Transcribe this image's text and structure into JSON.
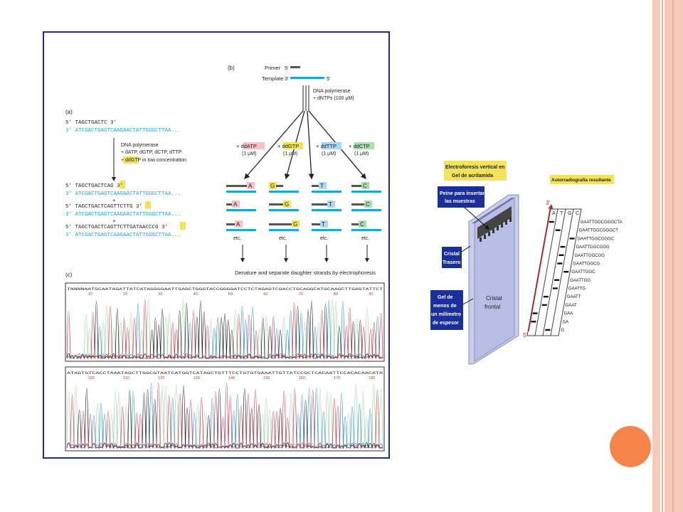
{
  "colors": {
    "frame": "#1b2f7a",
    "side_band": "#f7c9b7",
    "side_band_dark": "#f0b199",
    "dot": "#f4844a",
    "blue": "#19a6de",
    "yellow": "#f2e35a",
    "trace_black": "#222222",
    "trace_red": "#d83a4a",
    "trace_blue": "#2b8fd6",
    "trace_green": "#9fd6a8"
  },
  "figA": {
    "label_a": "(a)",
    "label_b": "(b)",
    "label_c": "(c)",
    "primer_label": "Primer",
    "primer_5": "5'",
    "template_label": "Template",
    "template_3": "3'",
    "template_5": "5'",
    "polymerase_1": "DNA polymerase",
    "polymerase_2": "+ dNTPs (100 μM)",
    "seq_top": "5' TAGCTGACTC 3'",
    "seq_bottom": "3' ATCGACTGAGTCAAGAACTATTGGGCTTAA...",
    "poly_a1": "DNA polymerase",
    "poly_a2": "+ dATP, dGTP, dCTP, dTTP",
    "poly_a3": "+ ddGTP in low concentration",
    "prod1_top": "5' TAGCTGACTCAG 3'",
    "prod1_bottom": "3' ATCGACTGAGTCAAGAACTATTGGGCTTAA...",
    "plus": "+",
    "prod2_top": "5' TAGCTGACTCAGTTCTTG 3'",
    "prod2_bottom": "3' ATCGACTGAGTCAAGAACTATTGGGCTTAA...",
    "prod3_top": "5' TAGCTGACTCAGTTCTTGATAACCCG 3'",
    "prod3_bottom": "3' ATCGACTGAGTCAAGAACTATTGGGCTTAA...",
    "dd_labels": [
      "+ ddATP",
      "+ ddGTP",
      "+ ddTTP",
      "+ ddCTP"
    ],
    "dd_conc": "(1 μM)",
    "bases": [
      "A",
      "G",
      "T",
      "C"
    ],
    "etc": "etc.",
    "denature": "Denature and separate daughter strands by electrophoresis",
    "trace1_seq": "TNNNNAATGCAATAGATTATCATAGGGGAATTGAGCTGGGTACCGGGGATCCTCTAGAGTCGACCTGCAGGCATGCAAGCTTGAGTATTCT",
    "trace1_ticks": [
      "10",
      "20",
      "30",
      "40",
      "50",
      "60",
      "70",
      "80",
      "90"
    ],
    "trace2_seq": "ATAGTGTCACCTAAATAGCTTGGCGTAATCATGGTCATAGCTGTTTCCTGTGTGAAATTGTTATCCGCTCACAATTCCACACAACATA",
    "trace2_ticks": [
      "100",
      "110",
      "120",
      "130",
      "140",
      "150",
      "160",
      "170",
      "180"
    ]
  },
  "figB": {
    "title_left_1": "Electroforesis vertical en",
    "title_left_2": "Gel de acrilamida",
    "title_right": "Autorradiografía resultante",
    "peine_1": "Peine para insertar",
    "peine_2": "las muestras",
    "cristal_trasero_1": "Cristal",
    "cristal_trasero_2": "Trasero",
    "gel_1": "Gel de",
    "gel_2": "menos de",
    "gel_3": "un milímetro",
    "gel_4": "de espesor",
    "cristal_frontal_1": "Cristal",
    "cristal_frontal_2": "frontal",
    "end_3": "3'",
    "end_5": "5'",
    "lanes": [
      "A",
      "T",
      "G",
      "C"
    ],
    "ladder": [
      "GAATTGGCGGGCTA",
      "GAATTGGCGGGCT",
      "GAATTGGCGGGC",
      "GAATTGGCGGG",
      "GAATTGGCGG",
      "GAATTGGCG",
      "GAATTGGC",
      "GAATTGG",
      "GAATTG",
      "GAATT",
      "GAAT",
      "GAA",
      "GA",
      "G"
    ]
  }
}
